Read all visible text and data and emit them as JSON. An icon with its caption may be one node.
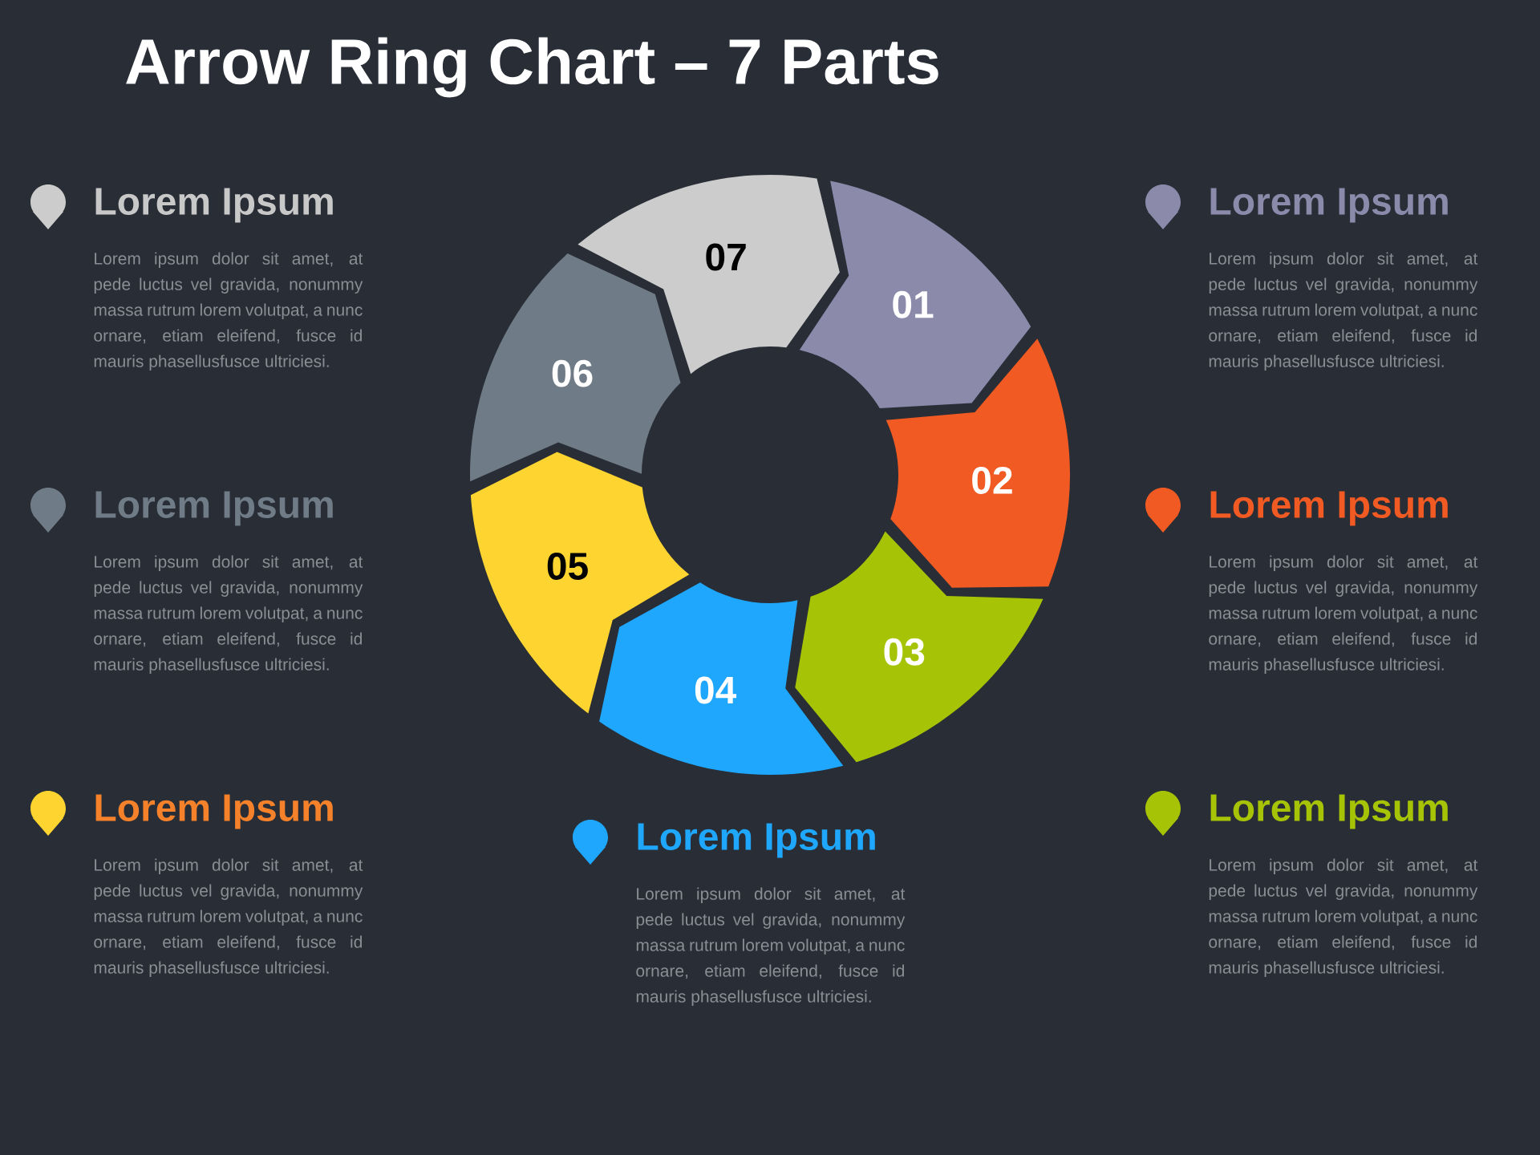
{
  "diagram": {
    "title": "Arrow Ring Chart – 7 Parts",
    "nodes": [
      {
        "text": [
          "01"
        ]
      },
      {
        "text": [
          "02"
        ]
      },
      {
        "text": [
          "03"
        ]
      },
      {
        "text": [
          "04"
        ]
      },
      {
        "text": [
          "05"
        ]
      },
      {
        "text": [
          "06"
        ]
      },
      {
        "text": [
          "07"
        ]
      }
    ],
    "labels": [
      "Lorem Ipsum",
      "Lorem ipsum dolor sit amet, at pede luctus vel gravida, nonummy massa rutrum lorem volutpat, a nunc ornare, etiam eleifend, fusce id mauris phasellusfusce ultriciesi.",
      "Lorem Ipsum",
      "Lorem ipsum dolor sit amet, at pede luctus vel gravida, nonummy massa rutrum lorem volutpat, a nunc ornare, etiam eleifend, fusce id mauris phasellusfusce ultriciesi.",
      "Lorem Ipsum",
      "Lorem ipsum dolor sit amet, at pede luctus vel gravida, nonummy massa rutrum lorem volutpat, a nunc ornare, etiam eleifend, fusce id mauris phasellusfusce ultriciesi.",
      "Lorem Ipsum",
      "Lorem ipsum dolor sit amet, at pede luctus vel gravida, nonummy massa rutrum lorem volutpat, a nunc ornare, etiam eleifend, fusce id mauris phasellusfusce ultriciesi.",
      "Lorem Ipsum",
      "Lorem ipsum dolor sit amet, at pede luctus vel gravida, nonummy massa rutrum lorem volutpat, a nunc ornare, etiam eleifend, fusce id mauris phasellusfusce ultriciesi.",
      "Lorem Ipsum",
      "Lorem ipsum dolor sit amet, at pede luctus vel gravida, nonummy massa rutrum lorem volutpat, a nunc ornare, etiam eleifend, fusce id mauris phasellusfusce ultriciesi.",
      "Lorem Ipsum",
      "Lorem ipsum dolor sit amet, at pede luctus vel gravida, nonummy massa rutrum lorem volutpat, a nunc ornare, etiam eleifend, fusce id mauris phasellusfusce ultriciesi."
    ]
  }
}
